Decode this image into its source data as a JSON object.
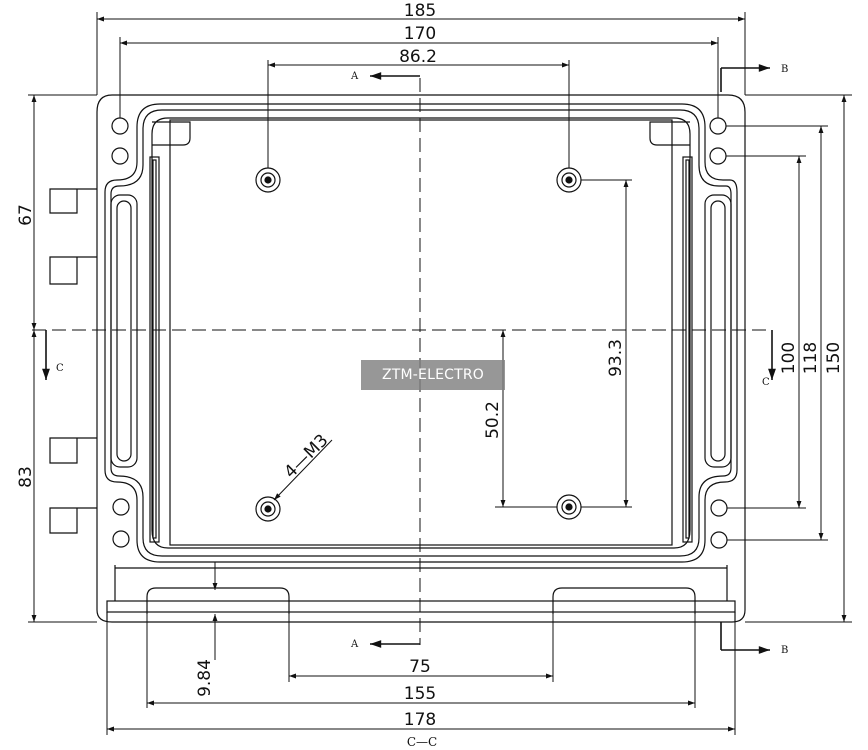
{
  "dimensions": {
    "d185": "185",
    "d170": "170",
    "d86_2": "86.2",
    "d67": "67",
    "d83": "83",
    "d93_3": "93.3",
    "d50_2": "50.2",
    "d100": "100",
    "d118": "118",
    "d150": "150",
    "d75": "75",
    "d155": "155",
    "d178": "178",
    "d9_84": "9.84"
  },
  "labels": {
    "section_a": "A",
    "section_b": "B",
    "section_c": "C",
    "section_cc": "C—C",
    "holes": "4—M3"
  },
  "watermark": "ZTM-ELECTRO",
  "colors": {
    "line": "#111111",
    "watermark_bg": "#808080"
  }
}
